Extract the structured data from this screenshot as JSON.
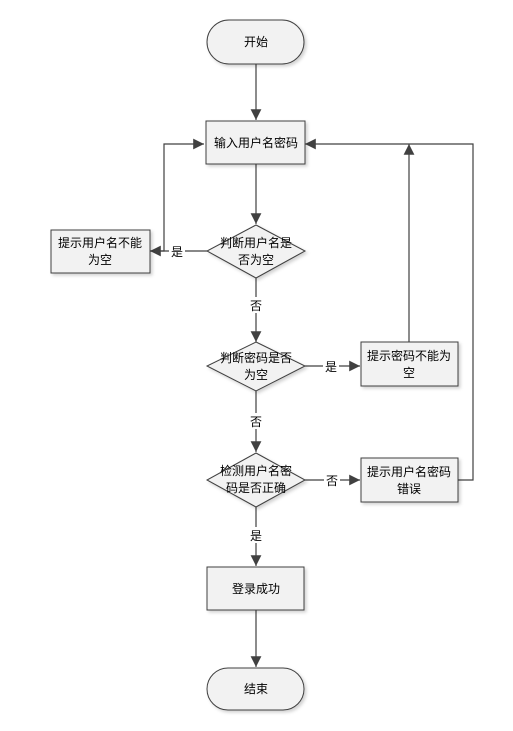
{
  "nodes": {
    "start": "开始",
    "input": "输入用户名密码",
    "check_user": [
      "判断用户名是",
      "否为空"
    ],
    "hint_user": [
      "提示用户名不能",
      "为空"
    ],
    "check_pwd": [
      "判断密码是否",
      "为空"
    ],
    "hint_pwd": [
      "提示密码不能为",
      "空"
    ],
    "verify": [
      "检测用户名密",
      "码是否正确"
    ],
    "hint_err": [
      "提示用户名密码",
      "错误"
    ],
    "success": "登录成功",
    "end": "结束"
  },
  "edges": {
    "user_yes": "是",
    "user_no": "否",
    "pwd_yes": "是",
    "pwd_no": "否",
    "verify_no": "否",
    "verify_yes": "是"
  },
  "colors": {
    "box_fill": "#f2f2f2",
    "stroke": "#404040",
    "line": "#404040"
  }
}
